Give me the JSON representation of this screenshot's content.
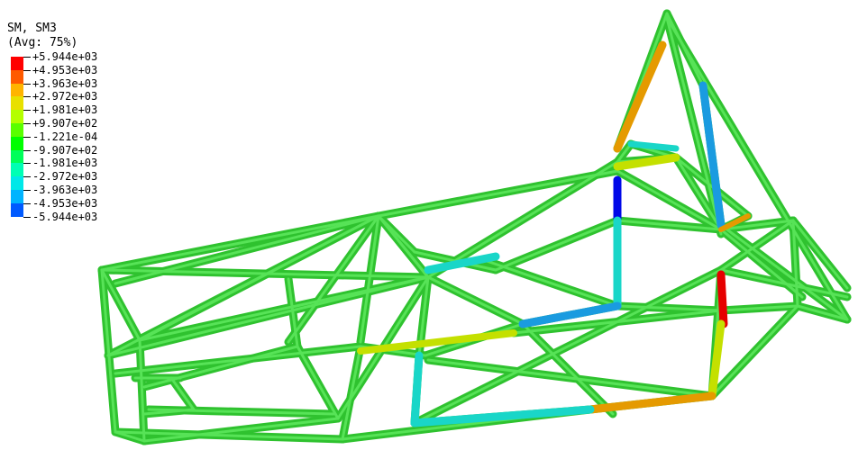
{
  "legend": {
    "title_line1": "SM, SM3",
    "title_line2": "(Avg: 75%)",
    "values": [
      "+5.944e+03",
      "+4.953e+03",
      "+3.963e+03",
      "+2.972e+03",
      "+1.981e+03",
      "+9.907e+02",
      "-1.221e-04",
      "-9.907e+02",
      "-1.981e+03",
      "-2.972e+03",
      "-3.963e+03",
      "-4.953e+03",
      "-5.944e+03"
    ],
    "colors": [
      "#ff0000",
      "#ff5a00",
      "#ffb400",
      "#e8e000",
      "#b4ff00",
      "#5aff00",
      "#00ff00",
      "#00ff5a",
      "#00ffb4",
      "#00e8e8",
      "#00b4ff",
      "#005aff",
      "#0000ff"
    ]
  },
  "model": {
    "frame_color": "#2fc22f",
    "member_colors": {
      "high_positive": "#e60000",
      "mid_positive": "#e59a00",
      "low_positive": "#c4e000",
      "neutral": "#3dd13d",
      "low_negative": "#19d6c8",
      "mid_negative": "#1a9be0",
      "high_negative": "#0008e8"
    }
  }
}
